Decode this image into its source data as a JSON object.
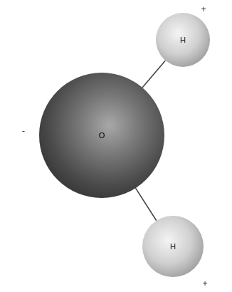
{
  "diagram": {
    "nodes": [
      {
        "text": [
          "H"
        ]
      },
      {
        "text": [
          "O"
        ]
      },
      {
        "text": [
          "H"
        ]
      }
    ],
    "edges": [
      {
        "from": 1,
        "to": 0,
        "arrow": "none"
      },
      {
        "from": 1,
        "to": 2,
        "arrow": "none"
      }
    ],
    "labels": [
      "+",
      "-",
      "+"
    ]
  }
}
